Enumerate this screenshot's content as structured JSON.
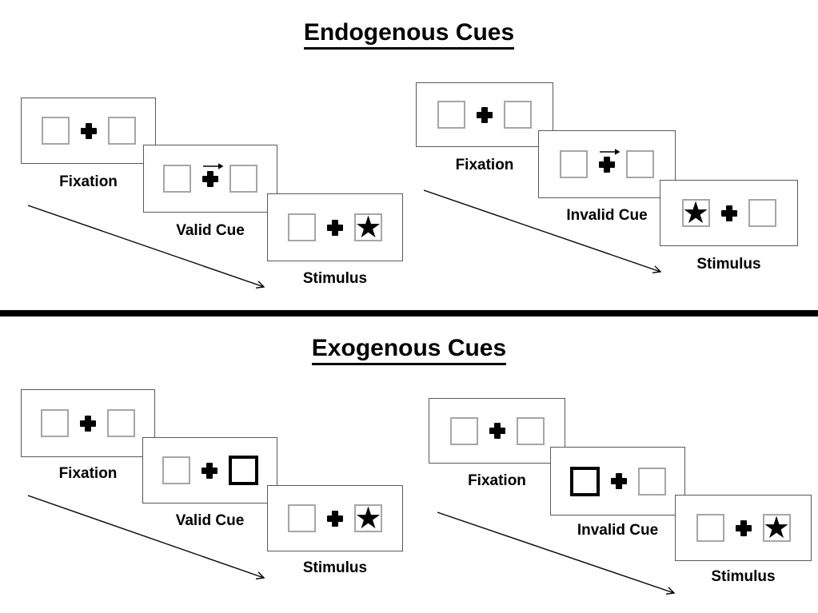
{
  "colors": {
    "ink": "#000000",
    "panel_border": "#595959",
    "box_border": "#a6a6a6",
    "cue_highlight_border": "#000000",
    "background": "#ffffff"
  },
  "glyphs": {
    "star": "★",
    "fixation_cross": "+",
    "cue_arrow": "→"
  },
  "sections": [
    {
      "title": "Endogenous Cues",
      "sequences": [
        {
          "name": "Valid",
          "cue_type": "central-arrow",
          "cue_points": "right",
          "stimulus_side": "right",
          "steps": [
            "Fixation",
            "Valid Cue",
            "Stimulus"
          ]
        },
        {
          "name": "Invalid",
          "cue_type": "central-arrow",
          "cue_points": "right",
          "stimulus_side": "left",
          "steps": [
            "Fixation",
            "Invalid Cue",
            "Stimulus"
          ]
        }
      ]
    },
    {
      "title": "Exogenous Cues",
      "sequences": [
        {
          "name": "Valid",
          "cue_type": "peripheral-box",
          "cue_side": "right",
          "stimulus_side": "right",
          "steps": [
            "Fixation",
            "Valid Cue",
            "Stimulus"
          ]
        },
        {
          "name": "Invalid",
          "cue_type": "peripheral-box",
          "cue_side": "left",
          "stimulus_side": "right",
          "steps": [
            "Fixation",
            "Invalid Cue",
            "Stimulus"
          ]
        }
      ]
    }
  ]
}
